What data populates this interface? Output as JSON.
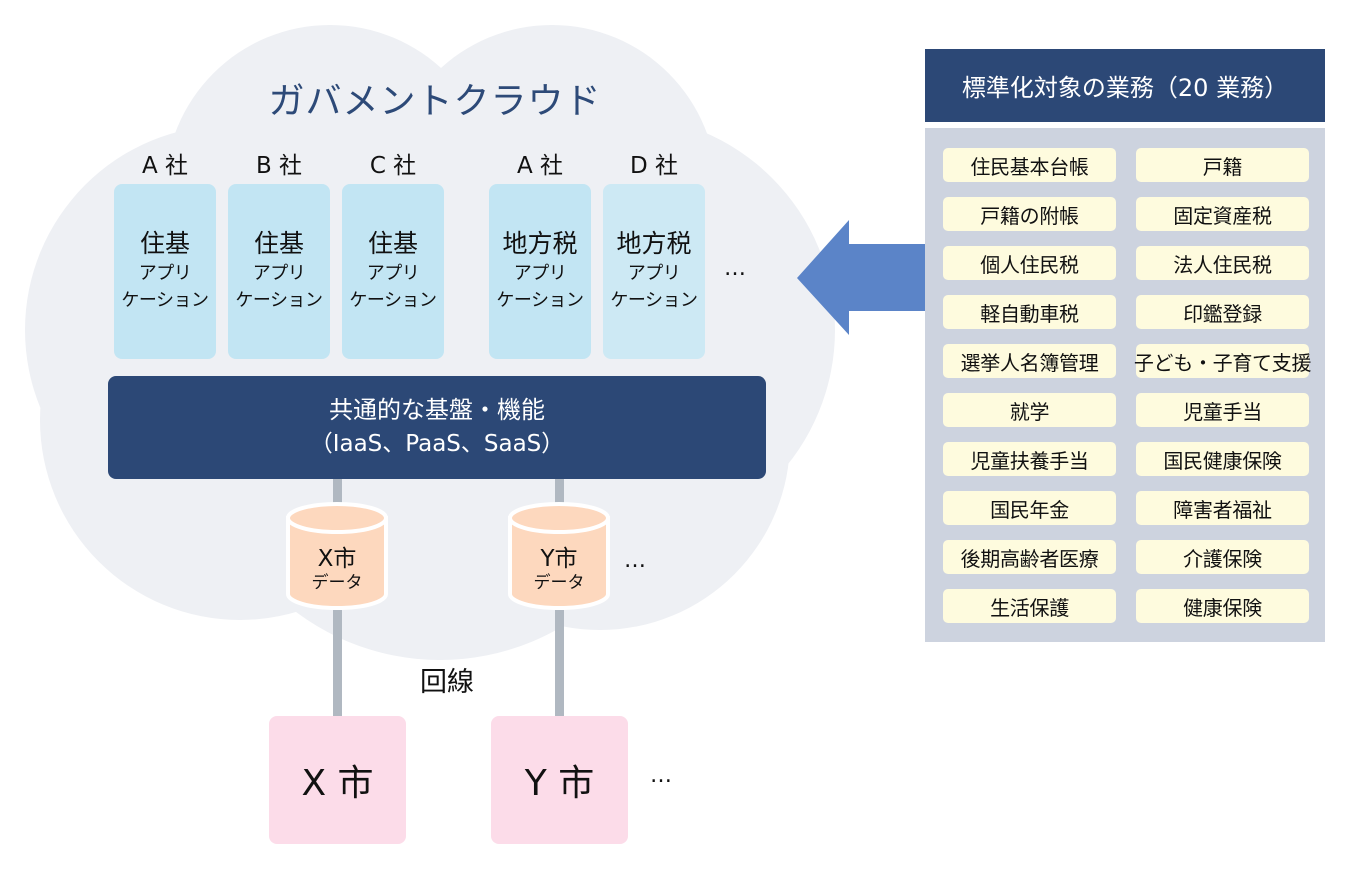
{
  "cloud": {
    "title": "ガバメントクラウド",
    "colors": {
      "cloud": "#eef0f4",
      "title": "#2d4a78",
      "app_box": "#c2e5f3",
      "app_box_light": "#cde9f4"
    },
    "applications": [
      {
        "company": "A 社",
        "name": "住基",
        "sub1": "アプリ",
        "sub2": "ケーション"
      },
      {
        "company": "B 社",
        "name": "住基",
        "sub1": "アプリ",
        "sub2": "ケーション"
      },
      {
        "company": "C 社",
        "name": "住基",
        "sub1": "アプリ",
        "sub2": "ケーション"
      },
      {
        "company": "A 社",
        "name": "地方税",
        "sub1": "アプリ",
        "sub2": "ケーション"
      },
      {
        "company": "D 社",
        "name": "地方税",
        "sub1": "アプリ",
        "sub2": "ケーション"
      }
    ],
    "apps_more": "…",
    "platform": {
      "line1": "共通的な基盤・機能",
      "line2": "（IaaS、PaaS、SaaS）",
      "color": "#2c4876"
    },
    "databases": [
      {
        "name": "X市",
        "sub": "データ"
      },
      {
        "name": "Y市",
        "sub": "データ"
      }
    ],
    "databases_more": "…",
    "db_color": "#fdd8be"
  },
  "network": {
    "label": "回線",
    "line_color": "#b0b8c1"
  },
  "cities": [
    {
      "name": "X 市"
    },
    {
      "name": "Y 市"
    }
  ],
  "cities_more": "…",
  "city_color": "#fcdce9",
  "arrow_color": "#5b84c8",
  "panel": {
    "title": "標準化対象の業務（20 業務）",
    "header_color": "#2c4876",
    "body_color": "#cdd3df",
    "item_color": "#fefbde",
    "items": [
      "住民基本台帳",
      "戸籍",
      "戸籍の附帳",
      "固定資産税",
      "個人住民税",
      "法人住民税",
      "軽自動車税",
      "印鑑登録",
      "選挙人名簿管理",
      "子ども・子育て支援",
      "就学",
      "児童手当",
      "児童扶養手当",
      "国民健康保険",
      "国民年金",
      "障害者福祉",
      "後期高齢者医療",
      "介護保険",
      "生活保護",
      "健康保険"
    ]
  }
}
